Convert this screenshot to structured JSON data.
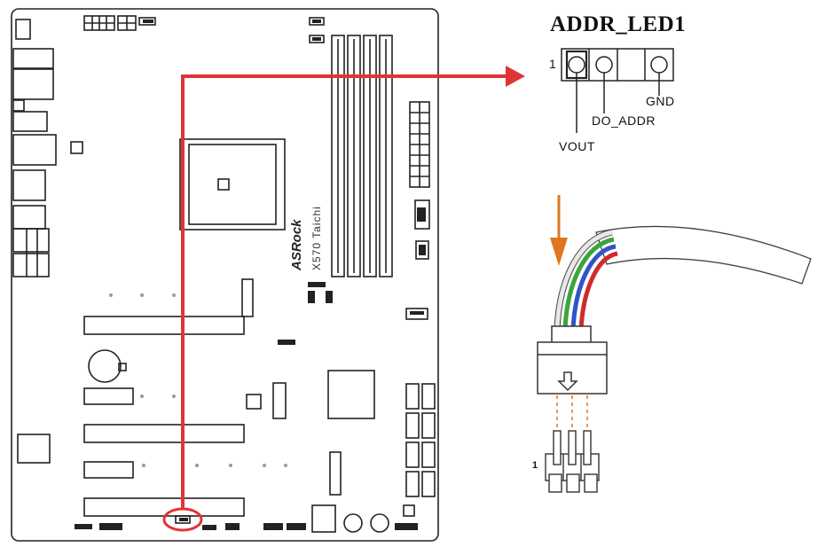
{
  "connector": {
    "title": "ADDR_LED1",
    "pin_one": "1",
    "pins": {
      "gnd": "GND",
      "do_addr": "DO_ADDR",
      "vout": "VOUT"
    },
    "header_pin_one": "1"
  },
  "board": {
    "brand": "ASRock",
    "model": "X570 Taichi"
  },
  "colors": {
    "highlight": "#e0343a",
    "insert_arrow": "#e0761f",
    "outline": "#222222",
    "wire_red": "#d02b2b",
    "wire_green": "#3aa53a",
    "wire_blue": "#2f55c8",
    "wire_white": "#e8e8e8"
  }
}
